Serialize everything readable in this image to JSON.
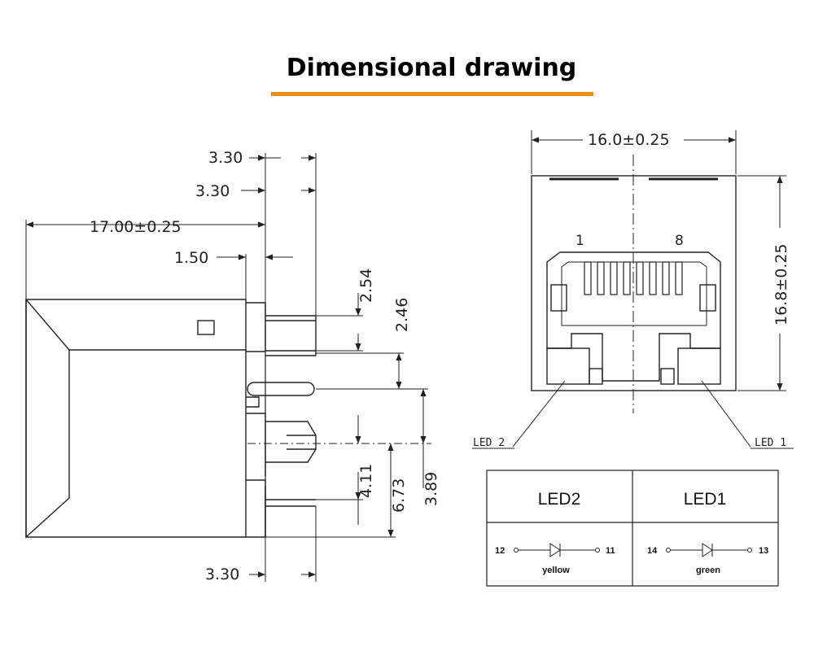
{
  "title": "Dimensional drawing",
  "accent_color": "#e8900f",
  "side_view": {
    "dim_top_1": "3.30",
    "dim_top_2": "3.30",
    "dim_length": "17.00±0.25",
    "dim_offset": "1.50",
    "dim_v1": "2.54",
    "dim_v2": "2.46",
    "dim_v3": "4.11",
    "dim_v4": "6.73",
    "dim_v5": "3.89",
    "dim_bottom": "3.30"
  },
  "front_view": {
    "dim_width": "16.0±0.25",
    "dim_height": "16.8±0.25",
    "pin_first": "1",
    "pin_last": "8",
    "led_left": "LED 2",
    "led_right": "LED 1"
  },
  "led_table": {
    "columns": [
      {
        "header": "LED2",
        "pin_a": "12",
        "pin_b": "11",
        "color": "yellow"
      },
      {
        "header": "LED1",
        "pin_a": "14",
        "pin_b": "13",
        "color": "green"
      }
    ]
  }
}
